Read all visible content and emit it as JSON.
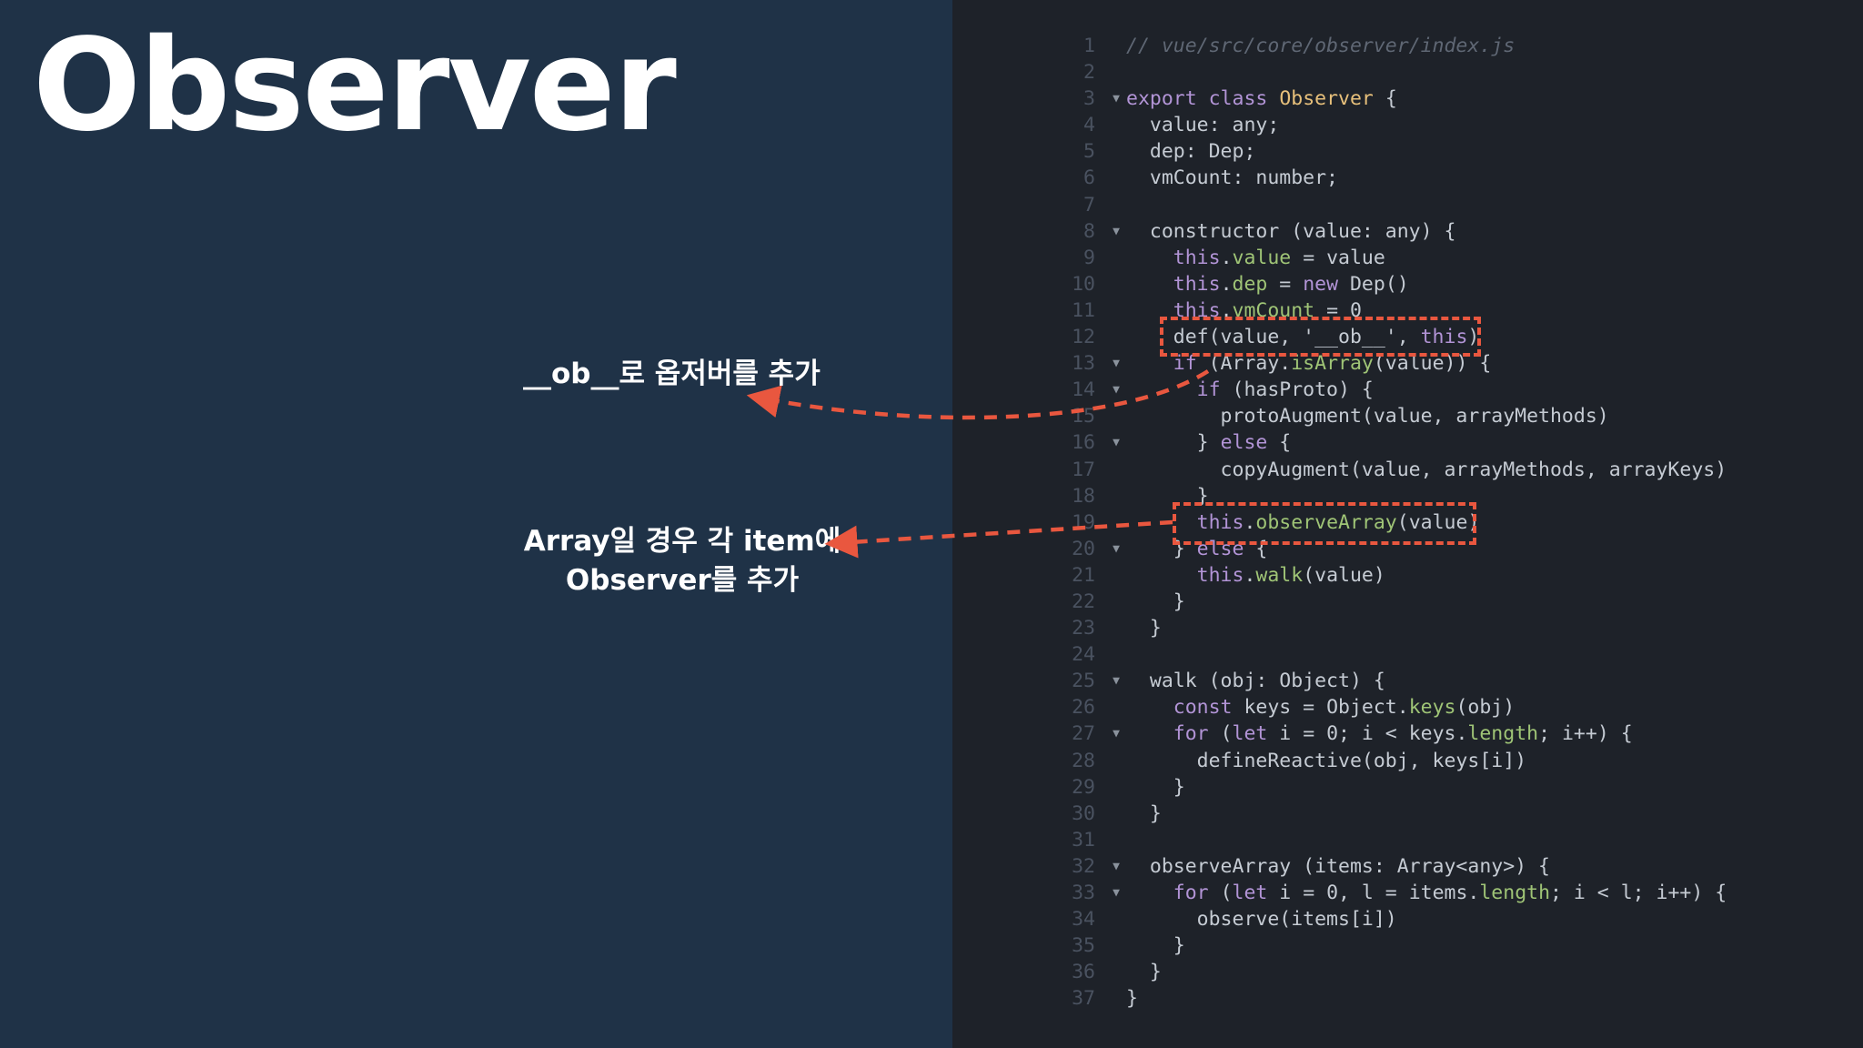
{
  "slide": {
    "title": "Observer"
  },
  "annotations": [
    {
      "lines": [
        "__ob__로 옵저버를 추가"
      ]
    },
    {
      "lines": [
        "Array일 경우 각 item에",
        "Observer를 추가"
      ]
    }
  ],
  "colors": {
    "left_background": "#1f3247",
    "editor_background": "#1e2229",
    "highlight": "#e9573f",
    "keyword": "#b294d6",
    "class_name": "#e7c07b",
    "property": "#9fc476",
    "identifier": "#62a8e4",
    "comment": "#5f6774",
    "line_number": "#4a5260"
  },
  "code": {
    "lines": [
      {
        "n": "1",
        "text": "// vue/src/core/observer/index.js",
        "fold": false
      },
      {
        "n": "2",
        "text": "",
        "fold": false
      },
      {
        "n": "3",
        "text": "export class Observer {",
        "fold": true
      },
      {
        "n": "4",
        "text": "  value: any;",
        "fold": false
      },
      {
        "n": "5",
        "text": "  dep: Dep;",
        "fold": false
      },
      {
        "n": "6",
        "text": "  vmCount: number;",
        "fold": false
      },
      {
        "n": "7",
        "text": "",
        "fold": false
      },
      {
        "n": "8",
        "text": "  constructor (value: any) {",
        "fold": true
      },
      {
        "n": "9",
        "text": "    this.value = value",
        "fold": false
      },
      {
        "n": "10",
        "text": "    this.dep = new Dep()",
        "fold": false
      },
      {
        "n": "11",
        "text": "    this.vmCount = 0",
        "fold": false
      },
      {
        "n": "12",
        "text": "    def(value, '__ob__', this)",
        "fold": false
      },
      {
        "n": "13",
        "text": "    if (Array.isArray(value)) {",
        "fold": true
      },
      {
        "n": "14",
        "text": "      if (hasProto) {",
        "fold": true
      },
      {
        "n": "15",
        "text": "        protoAugment(value, arrayMethods)",
        "fold": false
      },
      {
        "n": "16",
        "text": "      } else {",
        "fold": true
      },
      {
        "n": "17",
        "text": "        copyAugment(value, arrayMethods, arrayKeys)",
        "fold": false
      },
      {
        "n": "18",
        "text": "      }",
        "fold": false
      },
      {
        "n": "19",
        "text": "      this.observeArray(value)",
        "fold": false
      },
      {
        "n": "20",
        "text": "    } else {",
        "fold": true
      },
      {
        "n": "21",
        "text": "      this.walk(value)",
        "fold": false
      },
      {
        "n": "22",
        "text": "    }",
        "fold": false
      },
      {
        "n": "23",
        "text": "  }",
        "fold": false
      },
      {
        "n": "24",
        "text": "",
        "fold": false
      },
      {
        "n": "25",
        "text": "  walk (obj: Object) {",
        "fold": true
      },
      {
        "n": "26",
        "text": "    const keys = Object.keys(obj)",
        "fold": false
      },
      {
        "n": "27",
        "text": "    for (let i = 0; i < keys.length; i++) {",
        "fold": true
      },
      {
        "n": "28",
        "text": "      defineReactive(obj, keys[i])",
        "fold": false
      },
      {
        "n": "29",
        "text": "    }",
        "fold": false
      },
      {
        "n": "30",
        "text": "  }",
        "fold": false
      },
      {
        "n": "31",
        "text": "",
        "fold": false
      },
      {
        "n": "32",
        "text": "  observeArray (items: Array<any>) {",
        "fold": true
      },
      {
        "n": "33",
        "text": "    for (let i = 0, l = items.length; i < l; i++) {",
        "fold": true
      },
      {
        "n": "34",
        "text": "      observe(items[i])",
        "fold": false
      },
      {
        "n": "35",
        "text": "    }",
        "fold": false
      },
      {
        "n": "36",
        "text": "  }",
        "fold": false
      },
      {
        "n": "37",
        "text": "}",
        "fold": false
      }
    ],
    "highlighted_lines": [
      "12",
      "19"
    ],
    "fold_icon": "triangle-down-icon"
  }
}
